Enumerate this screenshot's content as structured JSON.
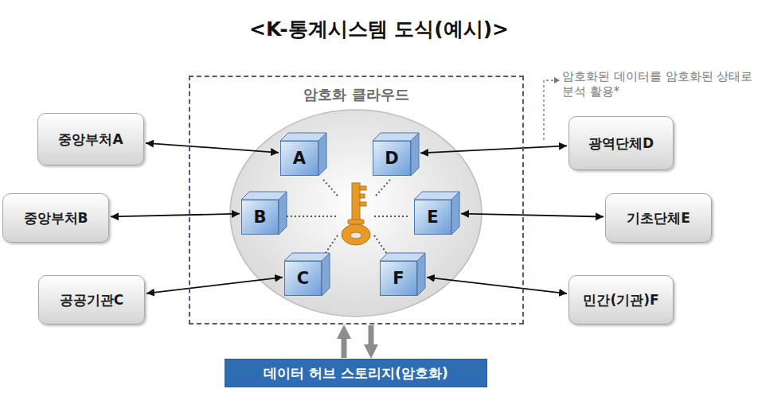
{
  "diagram": {
    "title": "<K-통계시스템 도식(예시)>",
    "nodes": [
      {
        "text": [
          "암호화 클라우드"
        ]
      },
      {
        "text": [
          "중앙부처A"
        ]
      },
      {
        "text": [
          "A"
        ],
        "in": 0
      },
      {
        "text": [
          "D"
        ],
        "in": 0
      },
      {
        "text": [
          "광역단체D"
        ]
      },
      {
        "text": [
          "중앙부처B"
        ]
      },
      {
        "text": [
          "B"
        ],
        "in": 0
      },
      {
        "text": [
          "E"
        ],
        "in": 0
      },
      {
        "text": [
          "기초단체E"
        ]
      },
      {
        "text": [
          "공공기관C"
        ]
      },
      {
        "text": [
          "C"
        ],
        "in": 0
      },
      {
        "text": [
          "F"
        ],
        "in": 0
      },
      {
        "text": [
          "민간(기관)F"
        ]
      },
      {
        "text": [
          "데이터 허브 스토리지(암호화)"
        ]
      }
    ],
    "edges": [
      {
        "from": 1,
        "to": 2,
        "arrow": "both"
      },
      {
        "from": 5,
        "to": 6,
        "arrow": "both"
      },
      {
        "from": 9,
        "to": 10,
        "arrow": "both"
      },
      {
        "from": 3,
        "to": 4,
        "arrow": "both"
      },
      {
        "from": 7,
        "to": 8,
        "arrow": "both"
      },
      {
        "from": 11,
        "to": 12,
        "arrow": "both"
      },
      {
        "from": 13,
        "to": 0,
        "arrow": "to"
      },
      {
        "from": 0,
        "to": 13,
        "arrow": "to"
      }
    ],
    "labels": [
      "암호화된 데이터를 암호화된 상태로 분석 활용*"
    ]
  }
}
